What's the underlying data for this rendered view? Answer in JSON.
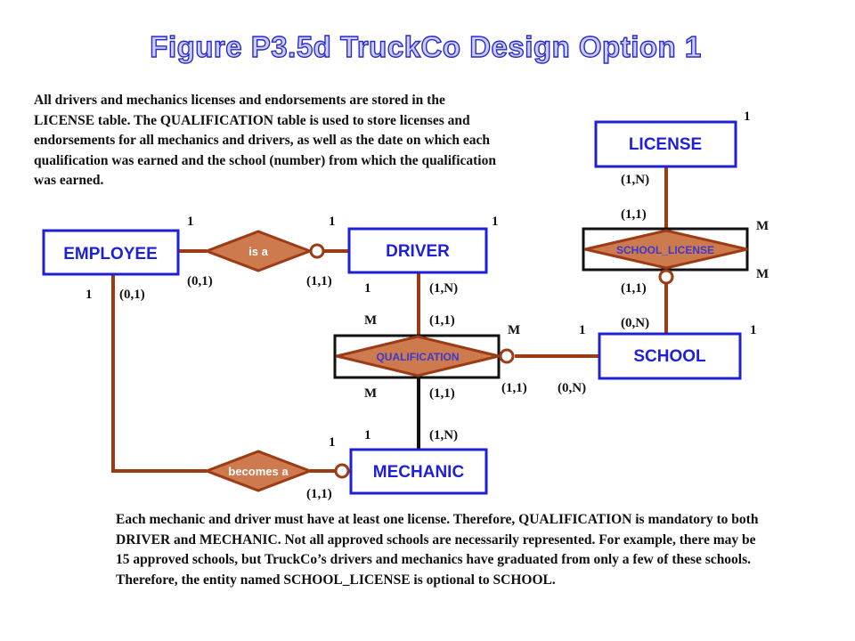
{
  "title": "Figure P3.5d  TruckCo Design Option 1",
  "notes": {
    "top": "All drivers and mechanics licenses and endorsements are stored in the LICENSE table.  The QUALIFICATION  table is used to store  licenses and  endorsements for  all mechanics and drivers, as well as the date on  which each  qualification  was earned and the school (number) from which the qualification was earned.",
    "bottom": "Each mechanic and driver must have at least one license.  Therefore, QUALIFICATION is mandatory to both  DRIVER  and  MECHANIC.  Not all approved schools are necessarily represented.  For example,  there may be 15 approved schools,  but TruckCo’s drivers and mechanics have  graduated from only a  few  of these schools.  Therefore, the entity named SCHOOL_LICENSE is optional to SCHOOL."
  },
  "entities": {
    "employee": "EMPLOYEE",
    "driver": "DRIVER",
    "mechanic": "MECHANIC",
    "license": "LICENSE",
    "school": "SCHOOL"
  },
  "associative_entities": {
    "qualification": "QUALIFICATION",
    "school_license": "SCHOOL_LICENSE"
  },
  "relationships": {
    "is_a": "is a",
    "becomes_a": "becomes a"
  },
  "cardinalities": {
    "emp_isa_one": "1",
    "driver_isa_one": "1",
    "driver_right_one": "1",
    "emp_isa_opt": "(0,1)",
    "driver_isa_mand": "(1,1)",
    "emp_left_one": "1",
    "emp_left_opt": "(0,1)",
    "driver_qual_one": "1",
    "driver_qual_card": "(1,N)",
    "qual_top_m": "M",
    "qual_top_card": "(1,1)",
    "qual_bottom_m": "M",
    "qual_bottom_card": "(1,1)",
    "mech_qual_one": "1",
    "mech_qual_card": "(1,N)",
    "mech_becomes_one": "1",
    "mech_becomes_card": "(1,1)",
    "qual_right_m": "M",
    "qual_right_card": "(1,1)",
    "school_left_one": "1",
    "school_left_card": "(0,N)",
    "license_one": "1",
    "license_card": "(1,N)",
    "sl_top_card": "(1,1)",
    "sl_top_m": "M",
    "sl_bottom_m": "M",
    "sl_bottom_card": "(1,1)",
    "school_top_card": "(0,N)",
    "school_right_one": "1"
  },
  "colors": {
    "entity": "#1f1fd6",
    "relationship_fill": "#cc7a4e",
    "relationship_line": "#9c3b14",
    "associative_line": "#111111"
  }
}
